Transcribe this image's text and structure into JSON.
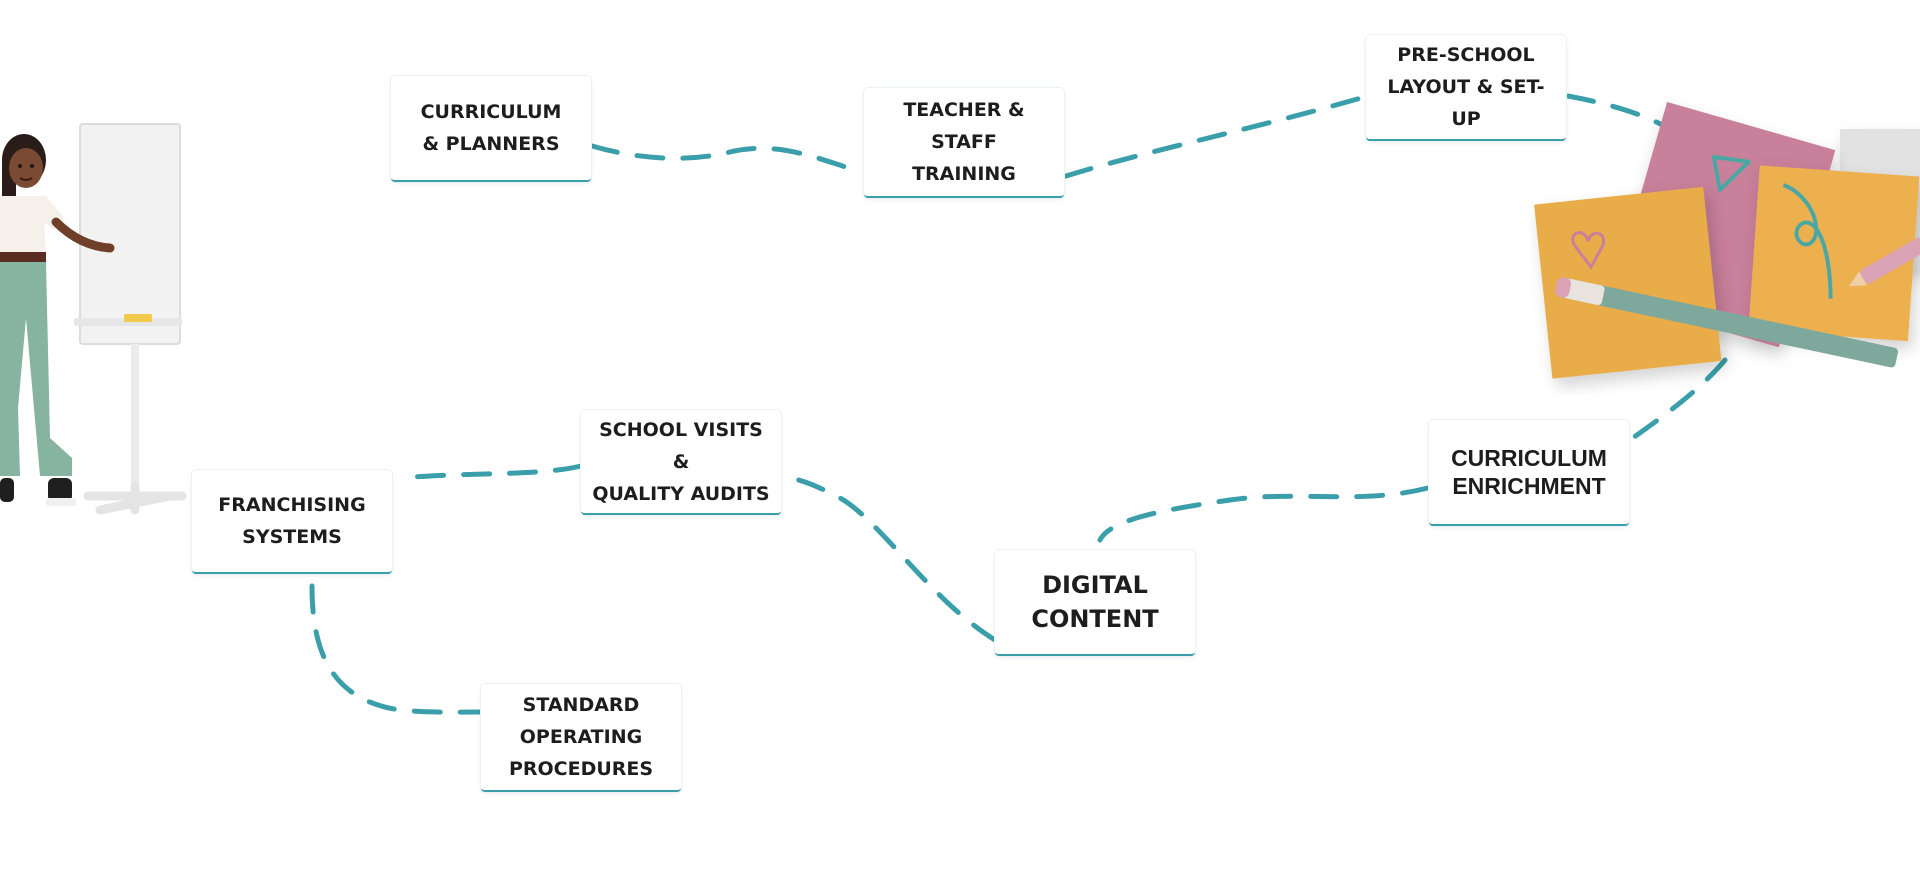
{
  "nodes": [
    {
      "id": "curriculum-planners",
      "label": "CURRICULUM\n& PLANNERS"
    },
    {
      "id": "teacher-training",
      "label": "TEACHER &\nSTAFF\nTRAINING"
    },
    {
      "id": "preschool-layout",
      "label": "PRE-SCHOOL\nLAYOUT & SET-\nUP"
    },
    {
      "id": "franchising-systems",
      "label": "FRANCHISING\nSYSTEMS"
    },
    {
      "id": "school-visits",
      "label": "SCHOOL VISITS &\nQUALITY AUDITS"
    },
    {
      "id": "sop",
      "label": "STANDARD\nOPERATING\nPROCEDURES"
    },
    {
      "id": "digital-content",
      "label": "DIGITAL\nCONTENT"
    },
    {
      "id": "curriculum-enrichment",
      "label": "CURRICULUM\nENRICHMENT"
    }
  ],
  "colors": {
    "path": "#3a9fab",
    "node_border": "#3a9fab",
    "text": "#1d1d1d",
    "note_pink": "#c9809a",
    "note_orange": "#e8ac4a",
    "pants": "#86b4a0",
    "pencil": "#7fa89c"
  },
  "icons": [
    "teacher-illustration",
    "whiteboard-icon",
    "sticky-notes-illustration",
    "pencil-icon"
  ]
}
